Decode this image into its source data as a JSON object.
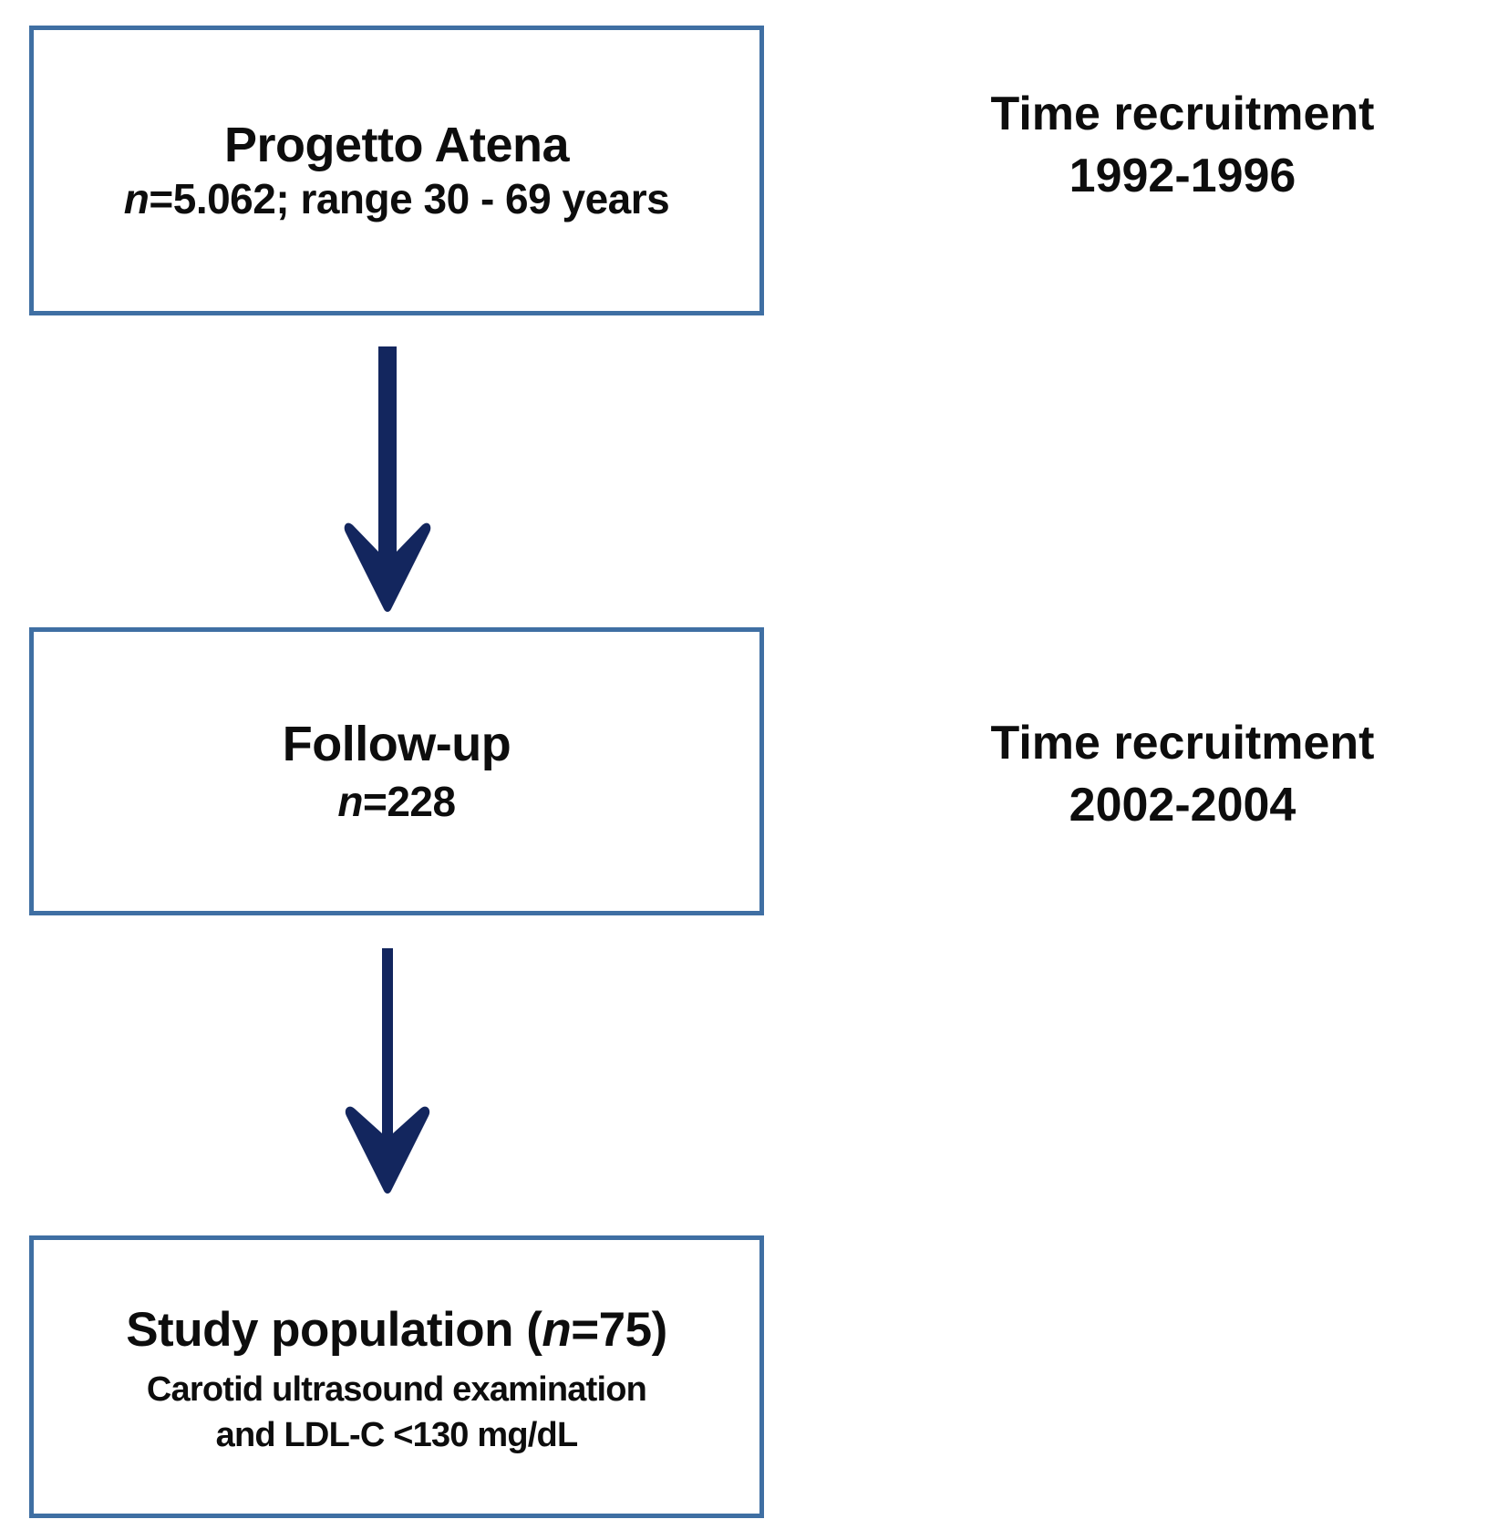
{
  "diagram": {
    "type": "flowchart",
    "title": "Progetto Atena study population flow diagram",
    "colors": {
      "box_border": "#3F6FA3",
      "arrow": "#13265E",
      "text": "#0D0D0D",
      "background": "#FFFFFF"
    },
    "boxes": [
      {
        "id": "progetto-atena",
        "title": "Progetto Atena",
        "sub_prefix_italic": "n",
        "sub": "=5.062; range 30 - 69 years"
      },
      {
        "id": "follow-up",
        "title": "Follow-up",
        "sub_prefix_italic": "n",
        "sub": "=228"
      },
      {
        "id": "study-population",
        "title_part1": "Study population  (",
        "title_italic": "n",
        "title_part2": "=75)",
        "detail_line1": "Carotid ultrasound  examination",
        "detail_line2": "and LDL-C <130 mg/dL"
      }
    ],
    "arrows": [
      {
        "id": "arrow-atena-to-followup",
        "direction": "down"
      },
      {
        "id": "arrow-followup-to-study",
        "direction": "down"
      }
    ],
    "side_labels": [
      {
        "id": "recruitment-1",
        "line1": "Time recruitment",
        "line2": "1992-1996"
      },
      {
        "id": "recruitment-2",
        "line1": "Time recruitment",
        "line2": "2002-2004"
      }
    ]
  }
}
